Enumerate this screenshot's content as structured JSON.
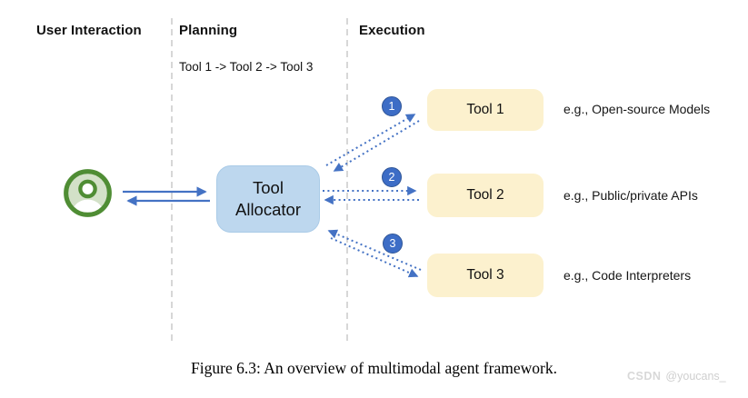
{
  "lanes": {
    "user_interaction": {
      "label": "User Interaction"
    },
    "planning": {
      "label": "Planning",
      "note": "Tool 1 -> Tool 2 -> Tool 3"
    },
    "execution": {
      "label": "Execution"
    }
  },
  "allocator": {
    "label": "Tool Allocator"
  },
  "tools": [
    {
      "step": "1",
      "name": "Tool 1",
      "example": "e.g., Open-source Models"
    },
    {
      "step": "2",
      "name": "Tool 2",
      "example": "e.g., Public/private APIs"
    },
    {
      "step": "3",
      "name": "Tool 3",
      "example": "e.g., Code Interpreters"
    }
  ],
  "icons": {
    "user": "user-circle-icon"
  },
  "caption": "Figure 6.3: An overview of multimodal agent framework.",
  "watermark": {
    "brand": "CSDN",
    "handle": "@youcans_"
  },
  "colors": {
    "arrow_blue": "#4472C4",
    "step_circle_fill": "#3D6DC6",
    "step_circle_border": "#2F5597",
    "allocator_fill": "#BDD7EE",
    "tool_box_fill": "#FCF1CE",
    "divider_gray": "#CDCDCD",
    "user_icon_green": "#4F8D34",
    "user_icon_light_green": "#D3E1C8",
    "watermark_gray": "#D3D3D3"
  }
}
